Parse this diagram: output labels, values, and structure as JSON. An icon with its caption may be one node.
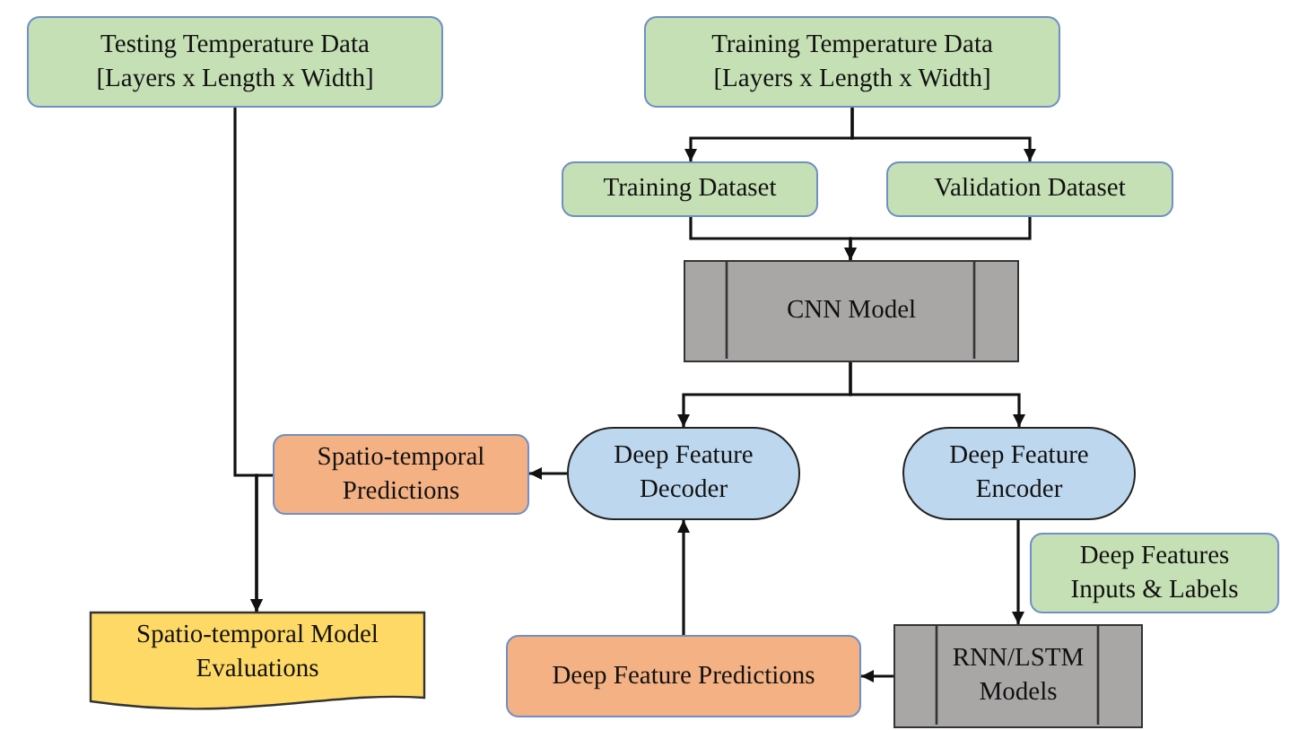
{
  "diagram": {
    "nodes": [
      {
        "text": [
          "Testing Temperature Data [Layers x Length x Width]"
        ]
      },
      {
        "text": [
          "Training Temperature Data [Layers x Length x Width]"
        ]
      },
      {
        "text": [
          "Training Dataset"
        ]
      },
      {
        "text": [
          "Validation Dataset"
        ]
      },
      {
        "text": [
          "CNN Model"
        ]
      },
      {
        "text": [
          "Spatio-temporal Predictions"
        ]
      },
      {
        "text": [
          "Deep Feature Decoder"
        ]
      },
      {
        "text": [
          "Deep Feature Encoder"
        ]
      },
      {
        "text": [
          "Deep Features Inputs & Labels"
        ]
      },
      {
        "text": [
          "Spatio-temporal Model Evaluations"
        ]
      },
      {
        "text": [
          "Deep Feature Predictions"
        ]
      },
      {
        "text": [
          "RNN/LSTM Models"
        ]
      }
    ],
    "edges": [
      {
        "from": 1,
        "to": 2,
        "arrow": "to"
      },
      {
        "from": 1,
        "to": 3,
        "arrow": "to"
      },
      {
        "from": 2,
        "to": 4,
        "arrow": "to"
      },
      {
        "from": 3,
        "to": 4,
        "arrow": "to"
      },
      {
        "from": 4,
        "to": 6,
        "arrow": "to"
      },
      {
        "from": 4,
        "to": 7,
        "arrow": "to"
      },
      {
        "from": 6,
        "to": 5,
        "arrow": "to"
      },
      {
        "from": 0,
        "to": 9,
        "arrow": "to"
      },
      {
        "from": 5,
        "to": 9,
        "arrow": "to"
      },
      {
        "from": 7,
        "to": 11,
        "arrow": "to"
      },
      {
        "from": 11,
        "to": 10,
        "arrow": "to"
      },
      {
        "from": 10,
        "to": 6,
        "arrow": "to"
      }
    ]
  }
}
